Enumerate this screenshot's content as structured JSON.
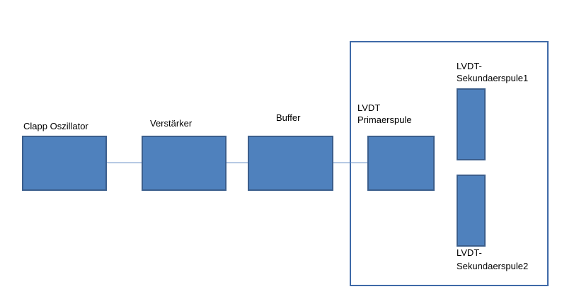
{
  "blocks": {
    "clapp": "Clapp Oszillator",
    "amp": "Verstärker",
    "buffer": "Buffer",
    "primary_line1": "LVDT",
    "primary_line2": "Primaerspule",
    "sec1_line1": "LVDT-",
    "sec1_line2": "Sekundaerspule1",
    "sec2_line1": "LVDT-",
    "sec2_line2": "Sekundaerspule2"
  },
  "colors": {
    "block_fill": "#4f81bd",
    "block_border": "#3b5e8c",
    "frame_border": "#3f6aa8",
    "wire": "#5a84c0"
  }
}
